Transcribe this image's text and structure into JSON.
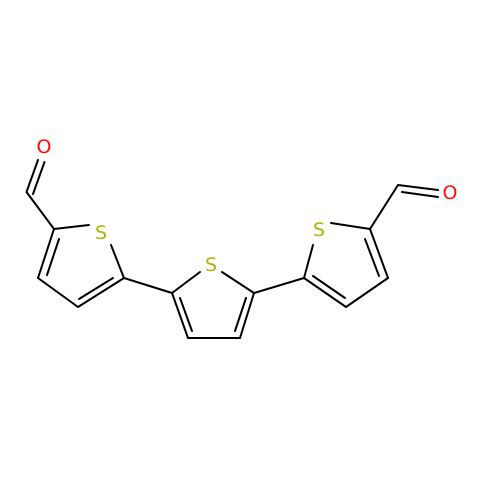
{
  "molecule": {
    "atoms": [
      {
        "id": "o1",
        "symbol": "O",
        "color": "#FF0D0D"
      },
      {
        "id": "s1",
        "symbol": "S",
        "color": "#B2B200"
      },
      {
        "id": "s2",
        "symbol": "S",
        "color": "#B2B200"
      },
      {
        "id": "s3",
        "symbol": "S",
        "color": "#B2B200"
      },
      {
        "id": "o2",
        "symbol": "O",
        "color": "#FF0D0D"
      }
    ],
    "bond_color": "#000000",
    "background": "#FFFFFF"
  }
}
